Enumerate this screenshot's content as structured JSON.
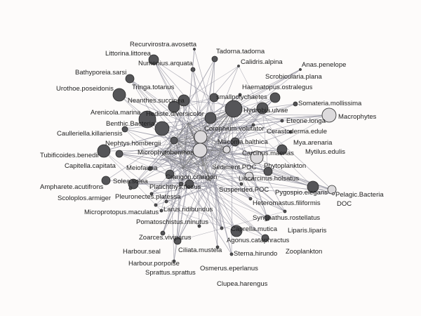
{
  "colors": {
    "background": "#fdfbfa",
    "node_dark": "#555558",
    "node_light": "#dcdadc",
    "edge": "#8a8a98",
    "label": "#1e1e1e"
  },
  "nodes": [
    {
      "name": "Recurvirostra.avosetta",
      "tone": "dark"
    },
    {
      "name": "Littorina.littorea",
      "tone": "dark"
    },
    {
      "name": "Numenius.arquata",
      "tone": "dark"
    },
    {
      "name": "Bathyporeia.sarsi",
      "tone": "dark"
    },
    {
      "name": "Urothoe.poseidonis",
      "tone": "dark"
    },
    {
      "name": "Tringa.totanus",
      "tone": "dark"
    },
    {
      "name": "Neanthes.succinea",
      "tone": "dark"
    },
    {
      "name": "Arenicola.marina",
      "tone": "dark"
    },
    {
      "name": "Hediste.diversicolor",
      "tone": "dark"
    },
    {
      "name": "Benthic.Bacteria",
      "tone": "light"
    },
    {
      "name": "Caulleriella.killariensis",
      "tone": "dark"
    },
    {
      "name": "Nephtys.hombergii",
      "tone": "dark"
    },
    {
      "name": "Microphytobenthos",
      "tone": "light"
    },
    {
      "name": "Tubificoides.benedii",
      "tone": "dark"
    },
    {
      "name": "Capitella.capitata",
      "tone": "dark"
    },
    {
      "name": "Meiofauna",
      "tone": "dark"
    },
    {
      "name": "Solea.solea",
      "tone": "dark"
    },
    {
      "name": "Ampharete.acutifrons",
      "tone": "dark"
    },
    {
      "name": "Scoloplos.armiger",
      "tone": "dark"
    },
    {
      "name": "Pleuronectes.platessa",
      "tone": "dark"
    },
    {
      "name": "Platichthys.flesus",
      "tone": "dark"
    },
    {
      "name": "Crangon.crangon",
      "tone": "dark"
    },
    {
      "name": "Microprotopus.maculatus",
      "tone": "dark"
    },
    {
      "name": "Pomatoschistus.minutus",
      "tone": "dark"
    },
    {
      "name": "Larus.ridibundus",
      "tone": "dark"
    },
    {
      "name": "Zoarces.viviparus",
      "tone": "dark"
    },
    {
      "name": "Harbour.seal",
      "tone": "dark"
    },
    {
      "name": "Harbour.porpoise",
      "tone": "dark"
    },
    {
      "name": "Ciliata.mustela",
      "tone": "dark"
    },
    {
      "name": "Sprattus.sprattus",
      "tone": "dark"
    },
    {
      "name": "Osmerus.eperlanus",
      "tone": "dark"
    },
    {
      "name": "Clupea.harengus",
      "tone": "dark"
    },
    {
      "name": "Zooplankton",
      "tone": "dark"
    },
    {
      "name": "Sterna.hirundo",
      "tone": "dark"
    },
    {
      "name": "Agonus.cataphractus",
      "tone": "dark"
    },
    {
      "name": "Caprella.mutica",
      "tone": "dark"
    },
    {
      "name": "Liparis.liparis",
      "tone": "dark"
    },
    {
      "name": "Syngnathus.rostellatus",
      "tone": "dark"
    },
    {
      "name": "Pelagic.Bacteria",
      "tone": "light"
    },
    {
      "name": "DOC",
      "tone": "light"
    },
    {
      "name": "Heteromastus.filiformis",
      "tone": "dark"
    },
    {
      "name": "Pygospio.elegans",
      "tone": "dark"
    },
    {
      "name": "Phytoplankton",
      "tone": "light"
    },
    {
      "name": "Liocarcinus.holsatus",
      "tone": "dark"
    },
    {
      "name": "Suspended.POC",
      "tone": "light"
    },
    {
      "name": "Mytilus.edulis",
      "tone": "dark"
    },
    {
      "name": "Mya.arenaria",
      "tone": "dark"
    },
    {
      "name": "Carcinus.maenas",
      "tone": "dark"
    },
    {
      "name": "Sediment.POC",
      "tone": "light"
    },
    {
      "name": "Eteone.longa",
      "tone": "dark"
    },
    {
      "name": "Macrophytes",
      "tone": "light"
    },
    {
      "name": "Somateria.mollissima",
      "tone": "dark"
    },
    {
      "name": "Hydrobia.ulvae",
      "tone": "dark"
    },
    {
      "name": "Scrobicularia.plana",
      "tone": "dark"
    },
    {
      "name": "Haematopus.ostralegus",
      "tone": "dark"
    },
    {
      "name": "smallpolychaetes",
      "tone": "dark"
    },
    {
      "name": "Corophium.volutator",
      "tone": "dark"
    },
    {
      "name": "Macoma.balthica",
      "tone": "dark"
    },
    {
      "name": "Cerastoderma.edule",
      "tone": "dark"
    },
    {
      "name": "Tadorna.tadorna",
      "tone": "dark"
    },
    {
      "name": "Calidris.alpina",
      "tone": "dark"
    },
    {
      "name": "Anas.penelope",
      "tone": "dark"
    }
  ]
}
